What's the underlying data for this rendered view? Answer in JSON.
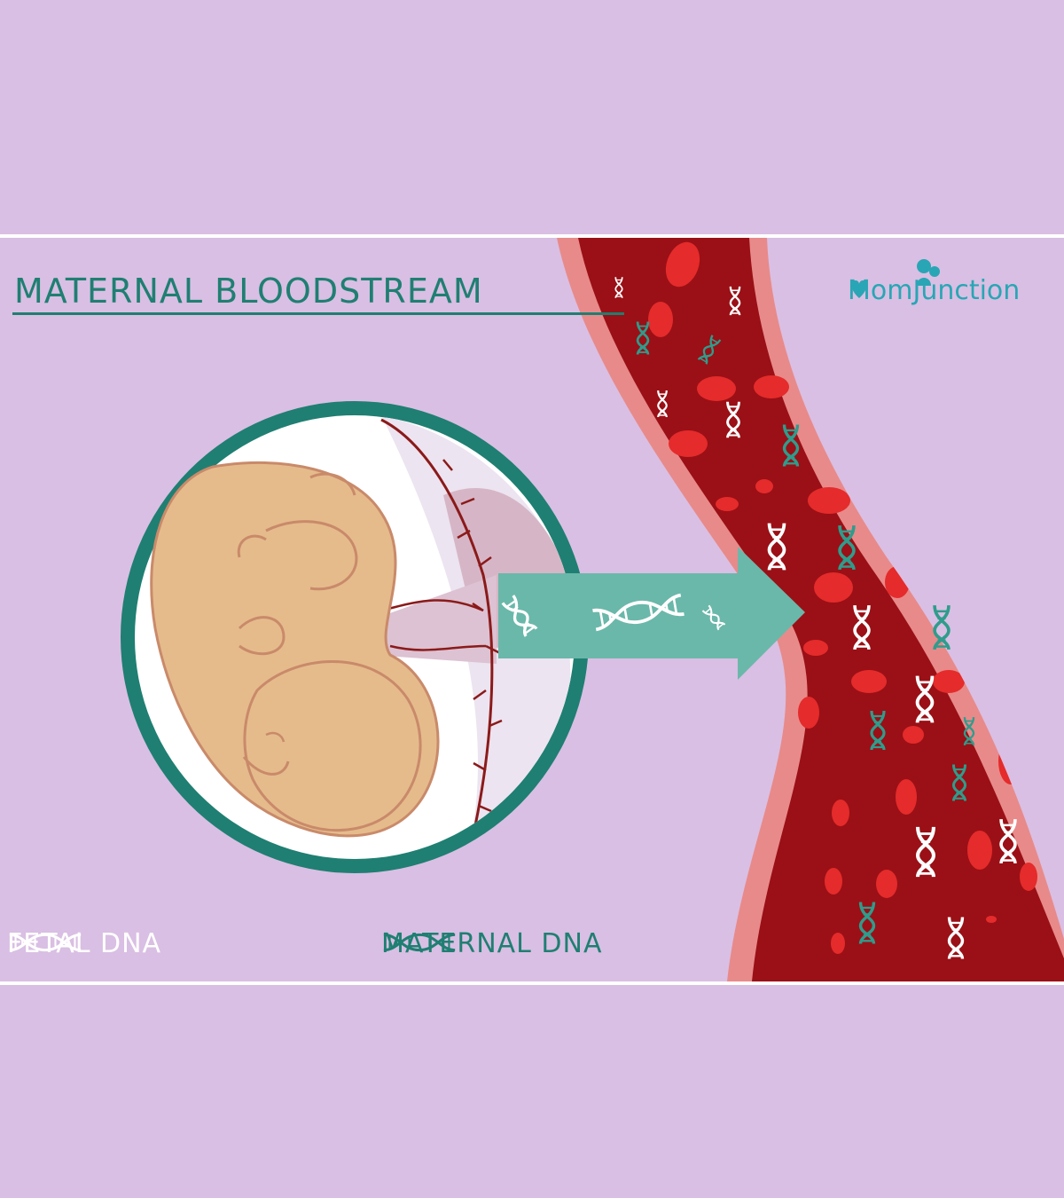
{
  "title": "MATERNAL BLOODSTREAM",
  "brand": {
    "name_left": "Mom",
    "name_right": "Junction",
    "icon": "mother-child-heart-logo",
    "color": "#29a6b5"
  },
  "legend": [
    {
      "label": "FETAL DNA",
      "icon": "dna-icon",
      "color": "#ffffff"
    },
    {
      "label": "MATERNAL DNA",
      "icon": "dna-icon",
      "color": "#1f7f72"
    }
  ],
  "colors": {
    "background": "#d9bfe3",
    "teal": "#1f7f72",
    "arrow": "#6ab8aa",
    "vessel_wall": "#e88a8a",
    "blood": "#9a1016",
    "cell": "#e52b2b",
    "fetus": "#e5bb8c"
  }
}
